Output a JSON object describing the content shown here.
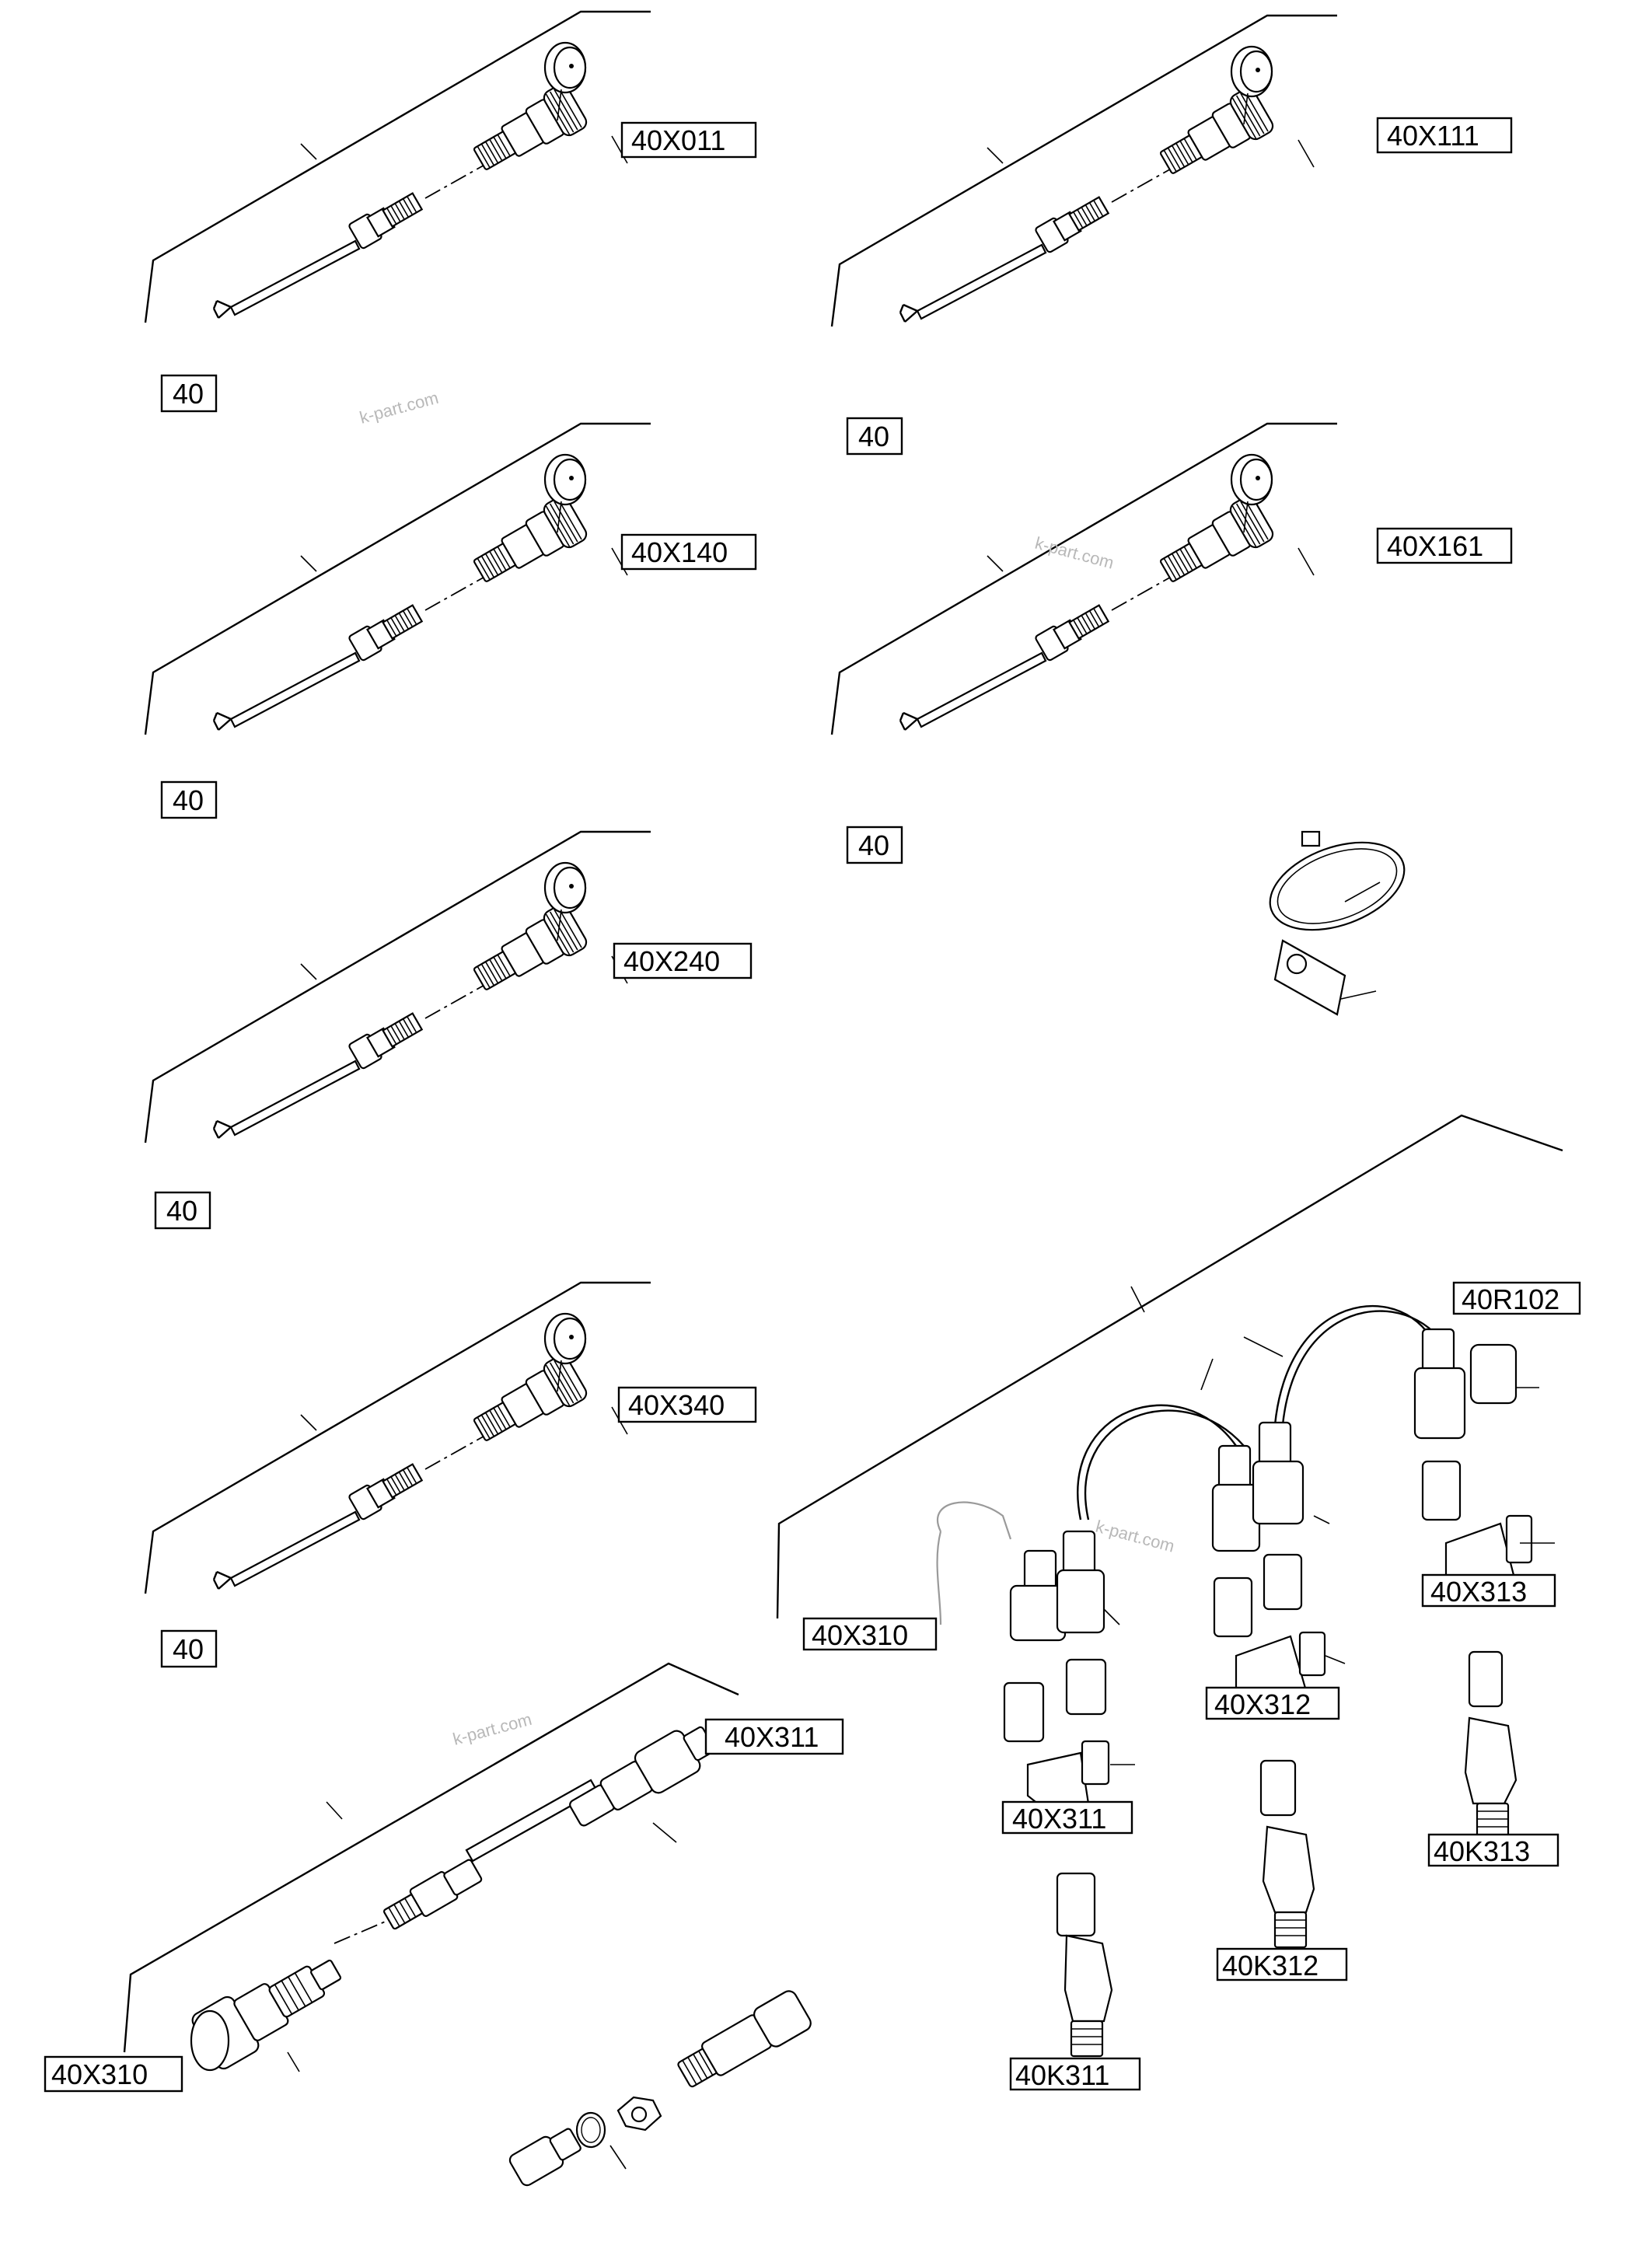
{
  "labels": {
    "top_left_id": "40X011",
    "top_left_base": "40",
    "top_right_id": "40X111",
    "top_right_base": "40",
    "row2_left_id": "40X140",
    "row2_left_base": "40",
    "row2_right_id": "40X161",
    "row2_right_base": "40",
    "row3_left_id": "40X240",
    "row3_left_base": "40",
    "row4_left_id": "40X340",
    "row4_left_base": "40",
    "cable_40x311": "40X311",
    "cable_40x310": "40X310",
    "harness_40r102": "40R102",
    "harness_40x313": "40X313",
    "harness_40x310": "40X310",
    "harness_40x312": "40X312",
    "harness_40x311": "40X311",
    "harness_40k313": "40K313",
    "harness_40k312": "40K312",
    "harness_40k311": "40K311"
  },
  "watermarks": [
    "k-part.com",
    "k-part.com",
    "k-part.com",
    "k-part.com"
  ]
}
